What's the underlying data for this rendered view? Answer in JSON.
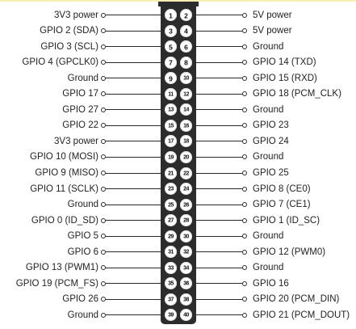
{
  "pins": [
    {
      "left": "3V3 power",
      "lnum": "1",
      "rnum": "2",
      "right": "5V power"
    },
    {
      "left": "GPIO 2 (SDA)",
      "lnum": "3",
      "rnum": "4",
      "right": "5V power"
    },
    {
      "left": "GPIO 3 (SCL)",
      "lnum": "5",
      "rnum": "6",
      "right": "Ground"
    },
    {
      "left": "GPIO 4 (GPCLK0)",
      "lnum": "7",
      "rnum": "8",
      "right": "GPIO 14 (TXD)"
    },
    {
      "left": "Ground",
      "lnum": "9",
      "rnum": "10",
      "right": "GPIO 15 (RXD)"
    },
    {
      "left": "GPIO 17",
      "lnum": "11",
      "rnum": "12",
      "right": "GPIO 18 (PCM_CLK)"
    },
    {
      "left": "GPIO 27",
      "lnum": "13",
      "rnum": "14",
      "right": "Ground"
    },
    {
      "left": "GPIO 22",
      "lnum": "15",
      "rnum": "16",
      "right": "GPIO 23"
    },
    {
      "left": "3V3 power",
      "lnum": "17",
      "rnum": "18",
      "right": "GPIO 24"
    },
    {
      "left": "GPIO 10 (MOSI)",
      "lnum": "19",
      "rnum": "20",
      "right": "Ground"
    },
    {
      "left": "GPIO 9 (MISO)",
      "lnum": "21",
      "rnum": "22",
      "right": "GPIO 25"
    },
    {
      "left": "GPIO 11 (SCLK)",
      "lnum": "23",
      "rnum": "24",
      "right": "GPIO 8 (CE0)"
    },
    {
      "left": "Ground",
      "lnum": "25",
      "rnum": "26",
      "right": "GPIO 7 (CE1)"
    },
    {
      "left": "GPIO 0 (ID_SD)",
      "lnum": "27",
      "rnum": "28",
      "right": "GPIO 1 (ID_SC)"
    },
    {
      "left": "GPIO 5",
      "lnum": "29",
      "rnum": "30",
      "right": "Ground"
    },
    {
      "left": "GPIO 6",
      "lnum": "31",
      "rnum": "32",
      "right": "GPIO 12 (PWM0)"
    },
    {
      "left": "GPIO 13 (PWM1)",
      "lnum": "33",
      "rnum": "34",
      "right": "Ground"
    },
    {
      "left": "GPIO 19 (PCM_FS)",
      "lnum": "35",
      "rnum": "36",
      "right": "GPIO 16"
    },
    {
      "left": "GPIO 26",
      "lnum": "37",
      "rnum": "38",
      "right": "GPIO 20 (PCM_DIN)"
    },
    {
      "left": "Ground",
      "lnum": "39",
      "rnum": "40",
      "right": "GPIO 21 (PCM_DOUT)"
    }
  ],
  "colors": {
    "board": "#2c2c2c",
    "pin": "#ffffff",
    "text": "#222222",
    "topbar": "#f6eeb0"
  }
}
